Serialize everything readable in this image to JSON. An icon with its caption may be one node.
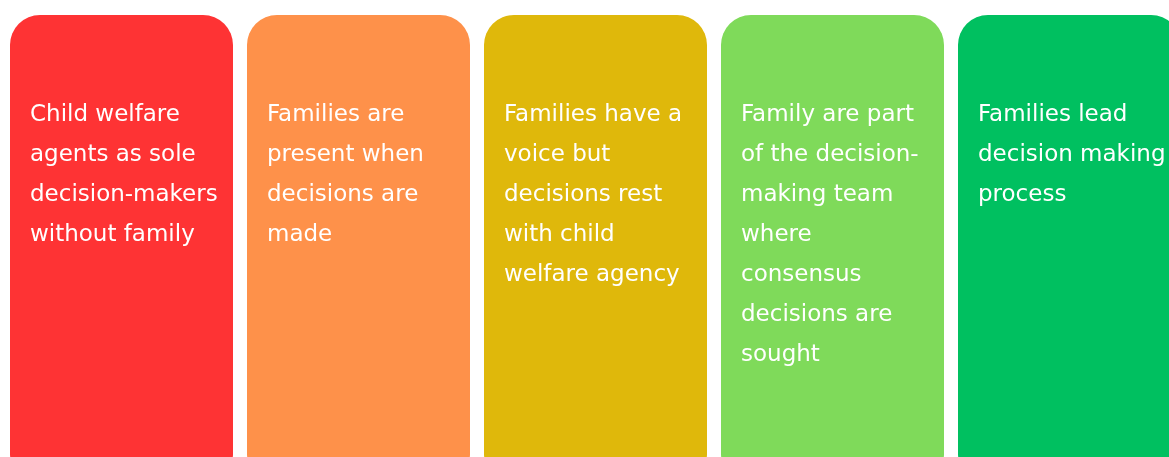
{
  "diagram": {
    "nodes": [
      {
        "text": [
          "Child welfare agents as sole decision-makers without family"
        ]
      },
      {
        "text": [
          "Families are present when decisions are made"
        ]
      },
      {
        "text": [
          "Families have a voice but decisions rest with child welfare agency"
        ]
      },
      {
        "text": [
          "Family are part of the decision-making team where consensus decisions are sought"
        ]
      },
      {
        "text": [
          "Families lead decision making process"
        ]
      }
    ]
  }
}
